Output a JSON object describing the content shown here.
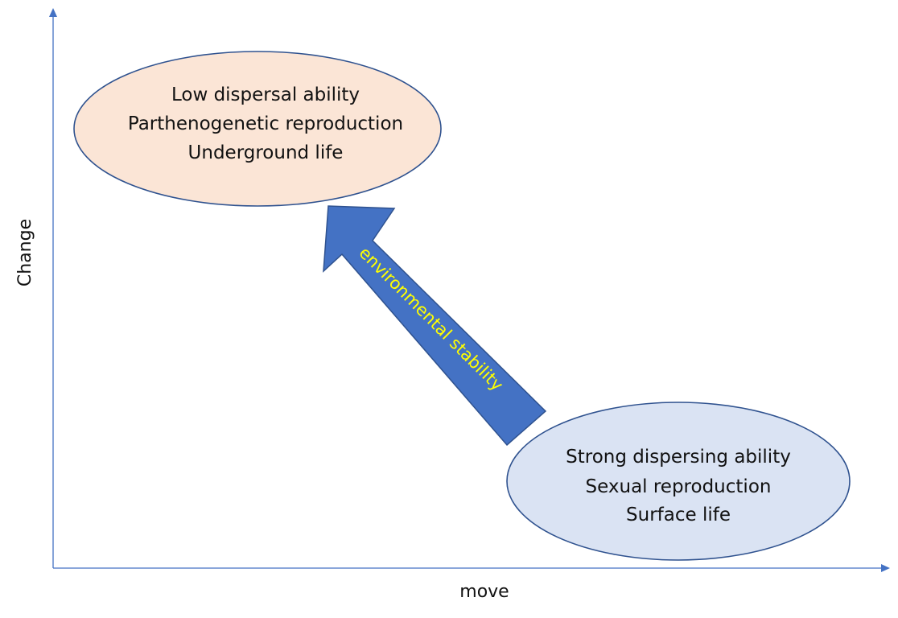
{
  "axes": {
    "x_label": "move",
    "y_label": "Change",
    "color": "#4472c4"
  },
  "top_ellipse": {
    "lines": [
      "Low dispersal ability",
      "Parthenogenetic reproduction",
      "Underground life"
    ],
    "fill": "#fbe5d6"
  },
  "bottom_ellipse": {
    "lines": [
      "Strong dispersing ability",
      "Sexual reproduction",
      "Surface life"
    ],
    "fill": "#dae3f3"
  },
  "arrow": {
    "label": "environmental stability",
    "fill": "#4472c4",
    "text_color": "#ffff00"
  }
}
